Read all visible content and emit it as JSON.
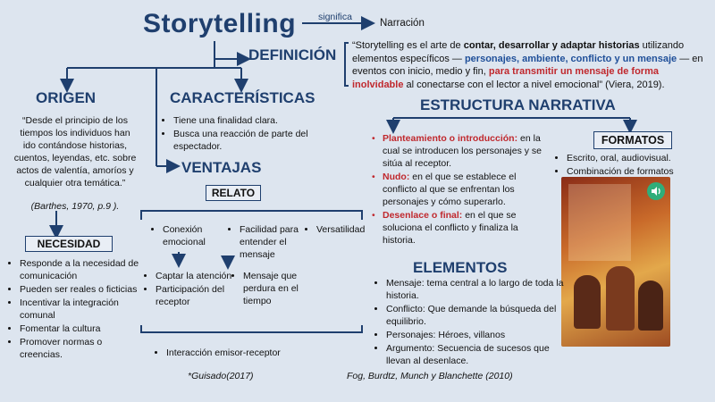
{
  "title": "Storytelling",
  "significa": "significa",
  "narracion": "Narración",
  "definicion": {
    "heading": "DEFINICIÓN",
    "q_open": "“Storytelling es el arte de ",
    "bold1": "contar, desarrollar y adaptar historias",
    "t2": " utilizando elementos específicos — ",
    "blue1": "personajes, ambiente, conflicto y un mensaje",
    "t3": " — en eventos con inicio, medio y fin, ",
    "red1": "para transmitir un mensaje de forma inolvidable",
    "t4": " al conectarse con el lector a nivel emocional” (Viera, 2019)."
  },
  "origen": {
    "heading": "ORIGEN",
    "quote": "“Desde el principio de los tiempos los individuos han ido contándose historias, cuentos, leyendas, etc. sobre actos de valentía, amoríos y cualquier otra temática.”",
    "cite": "(Barthes, 1970, p.9 )."
  },
  "necesidad": {
    "heading": "NECESIDAD",
    "items": [
      "Responde a la necesidad de comunicación",
      "Pueden ser reales o ficticias",
      "Incentivar la integración comunal",
      "Fomentar la cultura",
      "Promover normas o creencias."
    ]
  },
  "caracteristicas": {
    "heading": "CARACTERÍSTICAS",
    "items": [
      "Tiene una finalidad clara.",
      "Busca una reacción de parte del espectador."
    ]
  },
  "ventajas": {
    "heading": "VENTAJAS",
    "relato": "RELATO",
    "col1_title": "Conexión emocional",
    "col1_items": [
      "Captar la atención",
      "Participación del receptor"
    ],
    "col2_title": "Facilidad para entender el mensaje",
    "col2_items": [
      "Mensaje que perdura en el tiempo"
    ],
    "col3_title": "Versatilidad",
    "bottom_item": "Interacción emisor-receptor",
    "cite": "*Guisado(2017)"
  },
  "estructura": {
    "heading": "ESTRUCTURA NARRATIVA",
    "items": [
      {
        "label": "Planteamiento o introducción:",
        "text": " en la cual se introducen los personajes y se sitúa al receptor."
      },
      {
        "label": "Nudo:",
        "text": " en el que se establece el conflicto al que se enfrentan los personajes y cómo superarlo."
      },
      {
        "label": "Desenlace o final:",
        "text": " en el que se soluciona el conflicto y finaliza la historia."
      }
    ]
  },
  "formatos": {
    "heading": "FORMATOS",
    "items": [
      "Escrito, oral, audiovisual.",
      "Combinación de formatos"
    ]
  },
  "elementos": {
    "heading": "ELEMENTOS",
    "items": [
      "Mensaje: tema central a lo largo de toda la historia.",
      "Conflicto: Que demande la búsqueda del equilibrio.",
      "Personajes: Héroes, villanos",
      "Argumento: Secuencia de sucesos que llevan al desenlace."
    ],
    "cite": "Fog, Burdtz, Munch y Blanchette (2010)"
  },
  "colors": {
    "accent": "#1f3f6e",
    "red": "#c0282d",
    "blue": "#1f4f99",
    "background": "#dde5ef"
  },
  "icons": [
    "speaker-icon"
  ]
}
